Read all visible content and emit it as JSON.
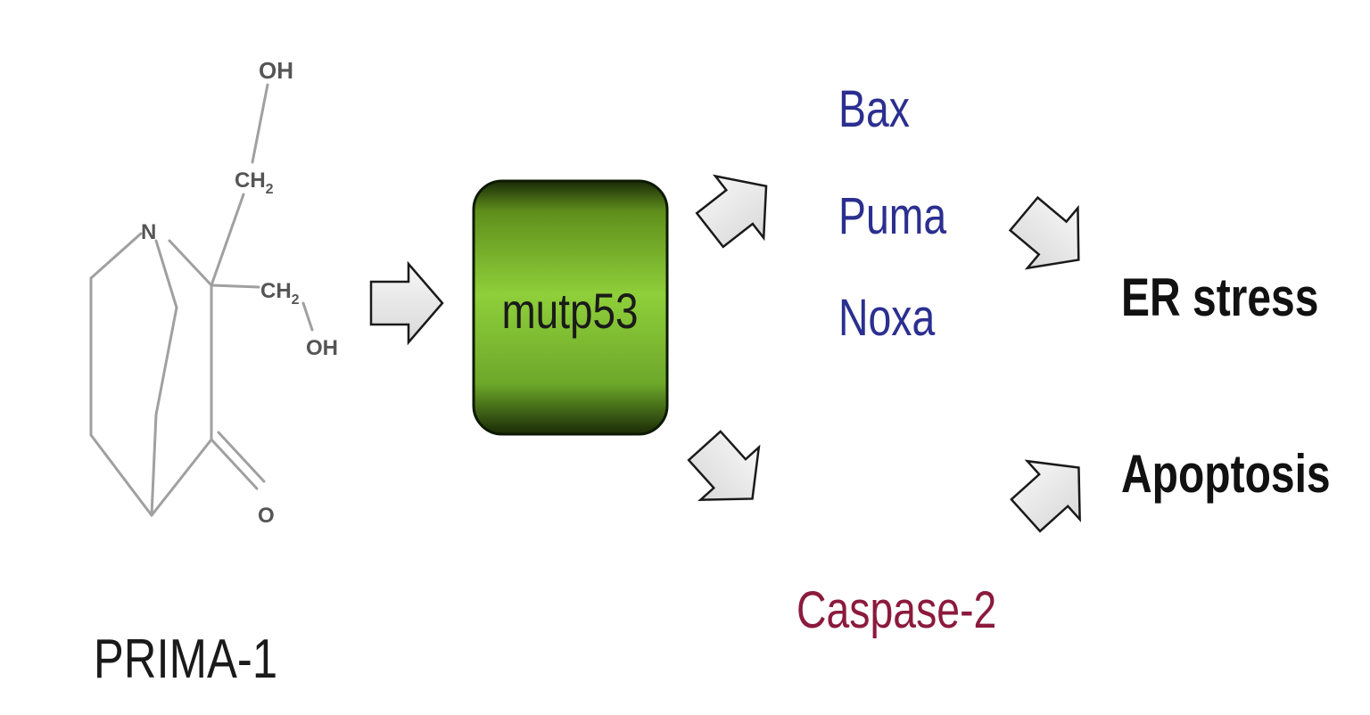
{
  "compound": {
    "name": "PRIMA-1",
    "atoms": {
      "oh_top": "OH",
      "ch2_top": "CH",
      "ch2_top_sub": "2",
      "ch2_right": "CH",
      "ch2_right_sub": "2",
      "oh_right": "OH",
      "n": "N",
      "o": "O"
    }
  },
  "protein": {
    "label": "mutp53",
    "color": "#7cb82f"
  },
  "targets_upper": {
    "items": [
      "Bax",
      "Puma",
      "Noxa"
    ],
    "color": "#2b2f8f"
  },
  "target_lower": {
    "label": "Caspase-2",
    "color": "#8b1a3c"
  },
  "outcomes": {
    "items": [
      "ER stress",
      "Apoptosis"
    ],
    "color": "#111111"
  },
  "arrow_fill": "#e8e8e8"
}
